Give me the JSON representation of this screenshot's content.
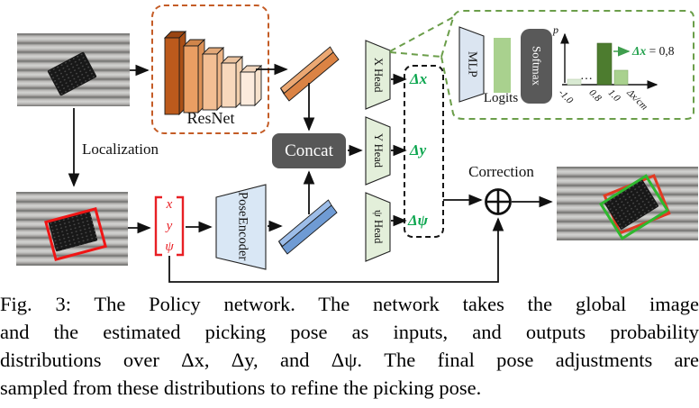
{
  "colors": {
    "resnet_dash": "#c45c26",
    "callout_dash": "#6b9e4a",
    "delta_green": "#0ca64f",
    "vector_red": "#e81f24",
    "concat_gray": "#575757",
    "head_fill": "#e3efda",
    "encoder_fill": "#d9e7f5",
    "logits_green": "#a9d18e"
  },
  "diagram": {
    "resnet_label": "ResNet",
    "localization_label": "Localization",
    "concat_label": "Concat",
    "pose_encoder": {
      "line1": "Pose",
      "line2": "Encoder"
    },
    "pose_vector": [
      "x",
      "y",
      "ψ"
    ],
    "heads": {
      "x": "X Head",
      "y": "Y Head",
      "psi": "ψ Head"
    },
    "outputs": {
      "dx": "Δx",
      "dy": "Δy",
      "dpsi": "Δψ"
    },
    "correction_label": "Correction",
    "callout": {
      "mlp_label": "MLP",
      "logits_label": "Logits",
      "softmax_label": "Softmax",
      "ellipsis": "…"
    }
  },
  "chart_data": {
    "type": "bar",
    "title": "",
    "ylabel": "p",
    "xlabel": "Δx/cm",
    "categories": [
      "-1.0",
      "0.8",
      "1.0"
    ],
    "values": [
      0.08,
      0.58,
      0.2
    ],
    "bar_colors": [
      "#d9ead3",
      "#4d7c2f",
      "#a9d18e"
    ],
    "annotation": {
      "symbol": "Δx",
      "value": "= 0,8"
    },
    "ylim": [
      0,
      1
    ],
    "grid": false,
    "legend": false
  },
  "caption": {
    "lines": [
      "Fig. 3: The Policy network. The network takes the global image",
      "and the estimated picking pose as inputs, and outputs probability",
      "distributions over Δx, Δy, and Δψ. The final pose adjustments are",
      "sampled from these distributions to refine the picking pose."
    ]
  }
}
